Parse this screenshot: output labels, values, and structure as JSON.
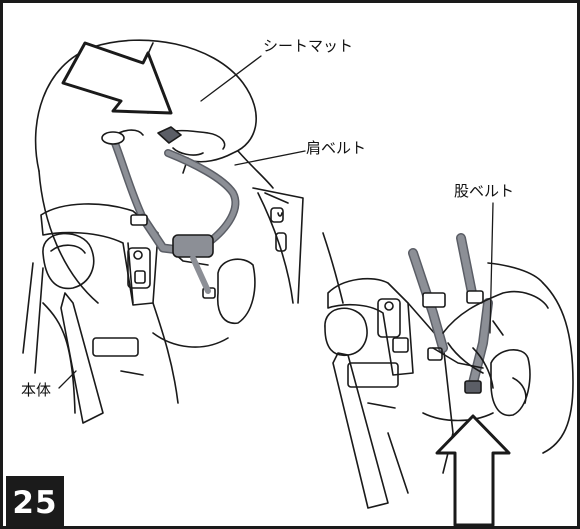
{
  "step": {
    "number": "25"
  },
  "labels": {
    "seat_mat": "シートマット",
    "shoulder_belt": "肩ベルト",
    "crotch_belt": "股ベルト",
    "main_body": "本体"
  },
  "colors": {
    "line": "#1a1a1a",
    "belt": "#8c8f96",
    "belt_dark": "#5b5e66",
    "badge_bg": "#1b1b1b",
    "arrow_fill": "#ffffff"
  },
  "icons": [
    "push-arrow-down",
    "push-arrow-up"
  ]
}
